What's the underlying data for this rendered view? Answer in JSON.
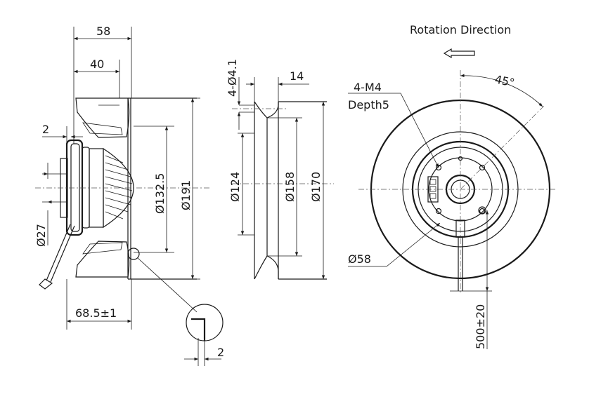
{
  "title": "Rotation Direction",
  "side_view": {
    "dim_58": "58",
    "dim_40": "40",
    "dim_2_top": "2",
    "dim_132_5": "Ø132.5",
    "dim_191": "Ø191",
    "dim_27": "Ø27",
    "dim_68_5": "68.5±1",
    "detail_dim_2": "2"
  },
  "front_view": {
    "dim_hole": "4-Ø4.1",
    "dim_14": "14",
    "dim_124": "Ø124",
    "dim_158": "Ø158",
    "dim_170": "Ø170"
  },
  "rear_view": {
    "thread_label": "4-M4",
    "depth_label": "Depth5",
    "angle_label": "45°",
    "hub_dim": "Ø58",
    "cable_dim": "500±20",
    "rotation_arrow": "left-arrow-icon"
  }
}
